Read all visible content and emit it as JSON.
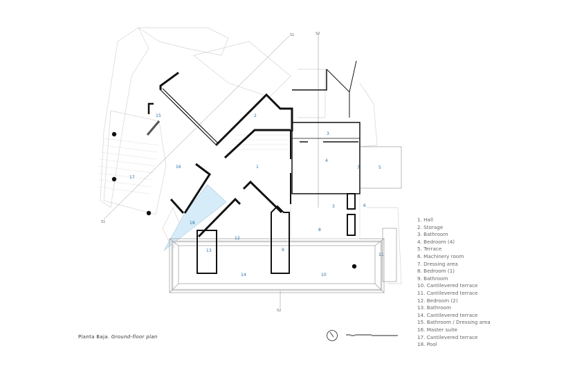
{
  "title": {
    "main": "Planta Baja.",
    "sub": "Ground-floor plan"
  },
  "section_markers": [
    "S1",
    "S1",
    "S2",
    "S2"
  ],
  "room_labels": [
    {
      "n": "1"
    },
    {
      "n": "2"
    },
    {
      "n": "3"
    },
    {
      "n": "4"
    },
    {
      "n": "5"
    },
    {
      "n": "6"
    },
    {
      "n": "7"
    },
    {
      "n": "8"
    },
    {
      "n": "3"
    },
    {
      "n": "9"
    },
    {
      "n": "10"
    },
    {
      "n": "11"
    },
    {
      "n": "12"
    },
    {
      "n": "13"
    },
    {
      "n": "14"
    },
    {
      "n": "15"
    },
    {
      "n": "16"
    },
    {
      "n": "17"
    },
    {
      "n": "18"
    }
  ],
  "legend": [
    "1. Hall",
    "2. Storage",
    "3. Bathroom",
    "4. Bedroom (4)",
    "5. Terrace",
    "6. Machinery room",
    "7. Dressing area",
    "8. Bedroom (1)",
    "9. Bathroom",
    "10. Cantilevered terrace",
    "11. Cantilevered terrace",
    "12. Bedroom (2)",
    "13. Bathroom",
    "14. Cantilevered terrace",
    "15. Bathroom / Dressing area",
    "16. Master suite",
    "17. Cantilevered terrace",
    "18. Pool"
  ],
  "colors": {
    "pool": "#d6ecf8",
    "label": "#2a6fa8",
    "wall": "#111111"
  }
}
